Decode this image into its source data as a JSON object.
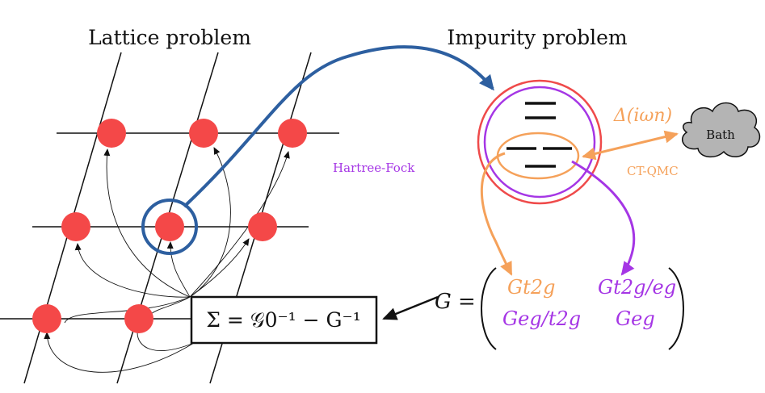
{
  "titles": {
    "lattice": "Lattice problem",
    "impurity": "Impurity problem"
  },
  "labels": {
    "hartree_fock": "Hartree-Fock",
    "ct_qmc": "CT-QMC",
    "bath": "Bath",
    "hybridization": "Δ(iωn)"
  },
  "equations": {
    "self_energy": "Σ = 𝒢0⁻¹ − G⁻¹",
    "greens_lhs": "G =",
    "g_t2g": "Gt2g",
    "g_t2g_eg": "Gt2g/eg",
    "g_eg_t2g": "Geg/t2g",
    "g_eg": "Geg"
  },
  "colors": {
    "site": "#f44848",
    "outline_blue": "#2d5fa0",
    "orange": "#f5a15a",
    "purple": "#a536e5",
    "impurity_outer": "#ef4a4a",
    "bath_fill": "#b4b4b4",
    "text": "#111111"
  }
}
